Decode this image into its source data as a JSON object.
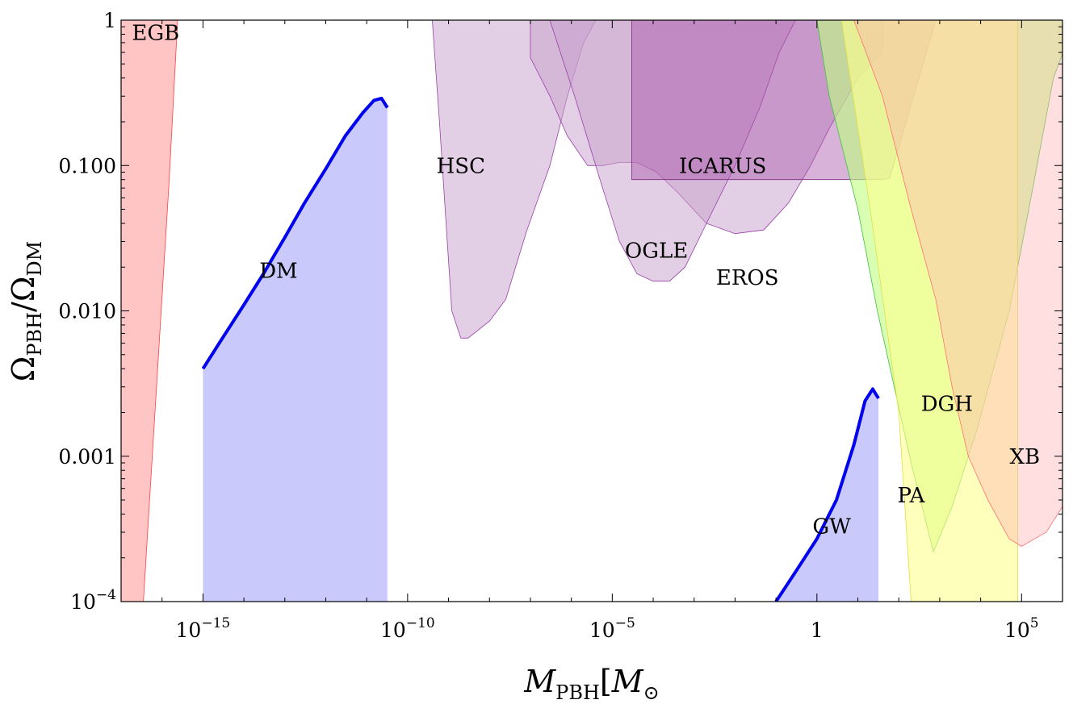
{
  "chart_data": {
    "type": "area",
    "x_scale": "log",
    "y_scale": "log",
    "xlim": [
      1e-17,
      1000000.0
    ],
    "ylim": [
      0.0001,
      1
    ],
    "xlabel": {
      "main": "M",
      "sub": "PBH",
      "bracket_open": "[",
      "sym": "M",
      "sym_sub": "⊙",
      "bracket_close": "]"
    },
    "ylabel": {
      "num": "Ω",
      "num_sub": "PBH",
      "slash": "/",
      "den": "Ω",
      "den_sub": "DM"
    },
    "x_ticks": [
      {
        "value": 1e-15,
        "label": "10",
        "sup": "−15"
      },
      {
        "value": 1e-10,
        "label": "10",
        "sup": "−10"
      },
      {
        "value": 1e-05,
        "label": "10",
        "sup": "−5"
      },
      {
        "value": 1,
        "label": "1",
        "sup": ""
      },
      {
        "value": 100000.0,
        "label": "10",
        "sup": "5"
      }
    ],
    "y_ticks": [
      {
        "value": 0.0001,
        "label": "10",
        "sup": "−4"
      },
      {
        "value": 0.001,
        "label": "0.001",
        "sup": ""
      },
      {
        "value": 0.01,
        "label": "0.010",
        "sup": ""
      },
      {
        "value": 0.1,
        "label": "0.100",
        "sup": ""
      },
      {
        "value": 1,
        "label": "1",
        "sup": ""
      }
    ],
    "grid": false,
    "constraint_regions": [
      {
        "name": "EGB",
        "fill": "#ff9e9e",
        "stroke": "#ff4040",
        "opacity": 0.6,
        "points": [
          [
            1e-17,
            0.0001
          ],
          [
            3.5e-17,
            0.0001
          ],
          [
            1.5e-16,
            0.08
          ],
          [
            2.4e-16,
            1
          ],
          [
            1e-17,
            1
          ]
        ]
      },
      {
        "name": "HSC",
        "fill": "#c8a0cc",
        "stroke": "#9a40a8",
        "opacity": 0.5,
        "points": [
          [
            4e-10,
            1
          ],
          [
            6e-10,
            0.2
          ],
          [
            1.2e-09,
            0.01
          ],
          [
            2e-09,
            0.0065
          ],
          [
            3e-09,
            0.0065
          ],
          [
            1e-08,
            0.0085
          ],
          [
            2.5e-08,
            0.012
          ],
          [
            8e-08,
            0.035
          ],
          [
            3e-07,
            0.1
          ],
          [
            8e-07,
            0.3
          ],
          [
            2e-06,
            0.7
          ],
          [
            4e-06,
            1
          ]
        ]
      },
      {
        "name": "OGLE",
        "fill": "#c8a0cc",
        "stroke": "#9a40a8",
        "opacity": 0.5,
        "points": [
          [
            1e-07,
            1
          ],
          [
            1e-07,
            0.55
          ],
          [
            3e-07,
            0.3
          ],
          [
            8e-07,
            0.16
          ],
          [
            2.5e-06,
            0.1
          ],
          [
            6e-06,
            0.1
          ],
          [
            1.5e-05,
            0.105
          ],
          [
            4e-05,
            0.105
          ],
          [
            0.00012,
            0.09
          ],
          [
            0.0004,
            0.065
          ],
          [
            0.002,
            0.04
          ],
          [
            0.01,
            0.034
          ],
          [
            0.05,
            0.036
          ],
          [
            0.2,
            0.055
          ],
          [
            0.7,
            0.1
          ],
          [
            2,
            0.18
          ],
          [
            10,
            0.4
          ],
          [
            40,
            0.6
          ],
          [
            40,
            1
          ]
        ]
      },
      {
        "name": "EROS",
        "fill": "#c8a0cc",
        "stroke": "#9a40a8",
        "opacity": 0.5,
        "points": [
          [
            3e-07,
            1
          ],
          [
            1.2e-06,
            0.3
          ],
          [
            5e-06,
            0.08
          ],
          [
            1.5e-05,
            0.03
          ],
          [
            4e-05,
            0.018
          ],
          [
            0.0001,
            0.016
          ],
          [
            0.00025,
            0.016
          ],
          [
            0.0006,
            0.02
          ],
          [
            0.002,
            0.04
          ],
          [
            0.01,
            0.1
          ],
          [
            0.04,
            0.25
          ],
          [
            0.12,
            0.6
          ],
          [
            0.3,
            1
          ]
        ]
      },
      {
        "name": "ICARUS",
        "fill": "#a855a8",
        "stroke": "#7a2a80",
        "opacity": 0.45,
        "points": [
          [
            3e-05,
            1
          ],
          [
            3e-05,
            0.08
          ],
          [
            40,
            0.08
          ],
          [
            60,
            0.082
          ],
          [
            800,
            1
          ]
        ]
      },
      {
        "name": "DGH",
        "fill": "#c0ff80",
        "stroke": "#40c040",
        "opacity": 0.6,
        "points": [
          [
            1,
            1
          ],
          [
            2,
            0.3
          ],
          [
            10,
            0.05
          ],
          [
            30,
            0.01
          ],
          [
            200,
            0.0009
          ],
          [
            700,
            0.00022
          ],
          [
            2000,
            0.00045
          ],
          [
            8000,
            0.0015
          ],
          [
            50000,
            0.01
          ],
          [
            150000,
            0.05
          ],
          [
            600000,
            0.4
          ],
          [
            2000000.0,
            1
          ]
        ]
      },
      {
        "name": "PA",
        "fill": "#ffff90",
        "stroke": "#e0e040",
        "opacity": 0.6,
        "points": [
          [
            4,
            1
          ],
          [
            20,
            0.05
          ],
          [
            100,
            0.002
          ],
          [
            200,
            0.0001
          ],
          [
            80000,
            0.0001
          ],
          [
            80000,
            1
          ]
        ]
      },
      {
        "name": "XB",
        "fill": "#ffb0b0",
        "stroke": "#ff7070",
        "opacity": 0.4,
        "points": [
          [
            8,
            1
          ],
          [
            40,
            0.3
          ],
          [
            200,
            0.05
          ],
          [
            800,
            0.012
          ],
          [
            2000,
            0.003
          ],
          [
            5000,
            0.001
          ],
          [
            15000,
            0.0005
          ],
          [
            50000,
            0.00027
          ],
          [
            100000,
            0.00024
          ],
          [
            400000,
            0.0003
          ],
          [
            1000000.0,
            0.00045
          ],
          [
            1000000.0,
            1
          ]
        ]
      }
    ],
    "series": [
      {
        "name": "DM",
        "color": "#0000ee",
        "fill": "#c9c9fc",
        "x": [
          1e-15,
          3e-15,
          1e-14,
          3e-14,
          1e-13,
          3e-13,
          1e-12,
          3e-12,
          8e-12,
          1.5e-11,
          2.3e-11,
          3.2e-11
        ],
        "y": [
          0.004,
          0.0065,
          0.011,
          0.018,
          0.032,
          0.055,
          0.095,
          0.16,
          0.23,
          0.28,
          0.29,
          0.25
        ]
      },
      {
        "name": "GW",
        "color": "#0000ee",
        "fill": "#c9c9fc",
        "x": [
          0.1,
          0.3,
          1,
          3,
          8,
          15,
          23,
          32
        ],
        "y": [
          0.0001,
          0.00016,
          0.00027,
          0.0005,
          0.0012,
          0.0024,
          0.0029,
          0.0025
        ]
      }
    ],
    "annotations": [
      {
        "text": "EGB",
        "x": 7e-17,
        "y": 0.82
      },
      {
        "text": "DM",
        "x": 7e-14,
        "y": 0.019
      },
      {
        "text": "HSC",
        "x": 2e-09,
        "y": 0.1
      },
      {
        "text": "ICARUS",
        "x": 0.005,
        "y": 0.1
      },
      {
        "text": "OGLE",
        "x": 0.00012,
        "y": 0.026
      },
      {
        "text": "EROS",
        "x": 0.02,
        "y": 0.017
      },
      {
        "text": "GW",
        "x": 2.3,
        "y": 0.00033
      },
      {
        "text": "DGH",
        "x": 1500,
        "y": 0.0023
      },
      {
        "text": "PA",
        "x": 200,
        "y": 0.00054
      },
      {
        "text": "XB",
        "x": 120000,
        "y": 0.001
      }
    ]
  }
}
